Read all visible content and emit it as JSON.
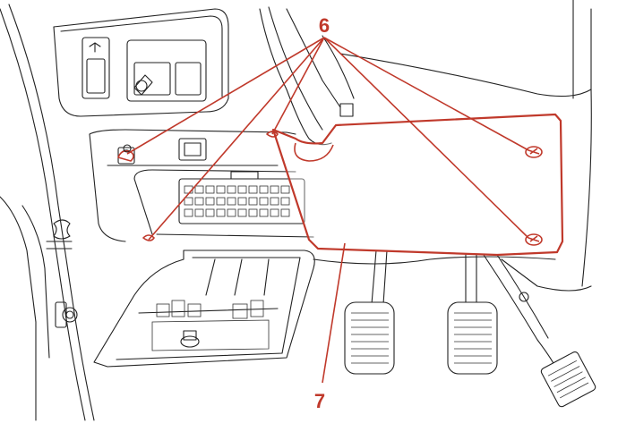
{
  "diagram": {
    "callouts": [
      {
        "label": "6",
        "targets": "screws"
      },
      {
        "label": "7",
        "targets": "cover-panel"
      }
    ]
  },
  "colors": {
    "highlight": "#c0392b",
    "line": "#222222",
    "background": "#ffffff"
  }
}
